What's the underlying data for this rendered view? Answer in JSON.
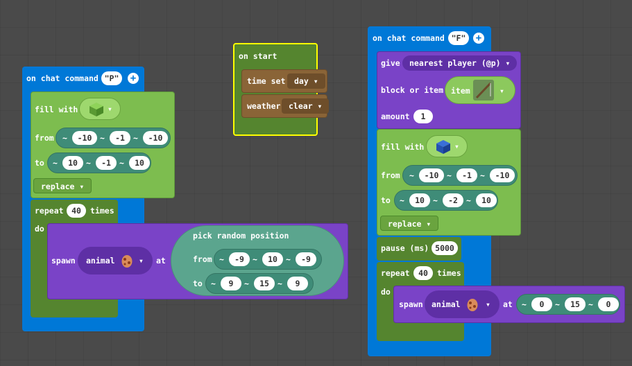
{
  "blocks": {
    "chat_p": {
      "hat_label": "on chat command",
      "command": "\"P\"",
      "fill_label": "fill with",
      "from_label": "from",
      "from": [
        "~",
        "-10",
        "~",
        "-1",
        "~",
        "-10"
      ],
      "to_label": "to",
      "to": [
        "~",
        "10",
        "~",
        "-1",
        "~",
        "10"
      ],
      "mode": "replace",
      "repeat_label": "repeat",
      "repeat_count": "40",
      "times_label": "times",
      "do_label": "do",
      "spawn_label": "spawn",
      "animal_label": "animal",
      "at_label": "at",
      "pick_label": "pick random position",
      "pick_from_label": "from",
      "pick_from": [
        "~",
        "-9",
        "~",
        "10",
        "~",
        "-9"
      ],
      "pick_to_label": "to",
      "pick_to": [
        "~",
        "9",
        "~",
        "15",
        "~",
        "9"
      ]
    },
    "on_start": {
      "hat_label": "on start",
      "time_label": "time set",
      "time_value": "day",
      "weather_label": "weather",
      "weather_value": "clear"
    },
    "chat_f": {
      "hat_label": "on chat command",
      "command": "\"F\"",
      "give_label": "give",
      "target": "nearest player (@p)",
      "block_item_label": "block or item",
      "item_label": "item",
      "amount_label": "amount",
      "amount": "1",
      "fill_label": "fill with",
      "from_label": "from",
      "from": [
        "~",
        "-10",
        "~",
        "-1",
        "~",
        "-10"
      ],
      "to_label": "to",
      "to": [
        "~",
        "10",
        "~",
        "-2",
        "~",
        "10"
      ],
      "mode": "replace",
      "pause_label": "pause (ms)",
      "pause_value": "5000",
      "repeat_label": "repeat",
      "repeat_count": "40",
      "times_label": "times",
      "do_label": "do",
      "spawn_label": "spawn",
      "animal_label": "animal",
      "at_label": "at",
      "at": [
        "~",
        "0",
        "~",
        "15",
        "~",
        "0"
      ]
    }
  },
  "colors": {
    "events": "#0078d7",
    "blocks": "#7dbd4f",
    "loops": "#55852f",
    "gameplay": "#8a6437",
    "mobs": "#7a43c7",
    "positions": "#3f8c78",
    "selected_outline": "#ffff00"
  },
  "icons": {
    "plus": "plus-circle-icon",
    "grass_block": "grass-block-icon",
    "blue_wool": "blue-block-icon",
    "fishing_rod": "fishing-rod-icon",
    "spawn_egg": "spawn-egg-icon"
  }
}
